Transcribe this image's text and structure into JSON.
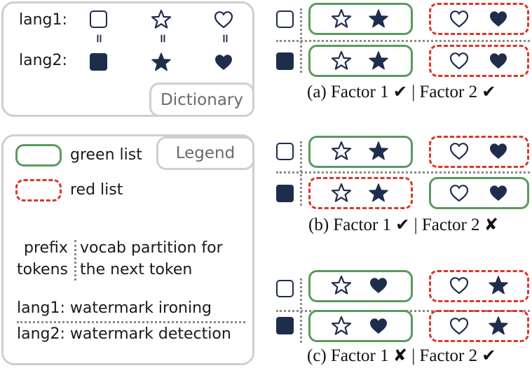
{
  "dictionary": {
    "lang1_label": "lang1:",
    "lang2_label": "lang2:",
    "equals": "=",
    "tag": "Dictionary"
  },
  "legend": {
    "tag": "Legend",
    "green_label": "green list",
    "red_label": "red list",
    "prefix_line1": "prefix",
    "prefix_line2": "tokens",
    "vocab_line1": "vocab partition for",
    "vocab_line2": "the next token",
    "lang1_desc": "lang1: watermark ironing",
    "lang2_desc": "lang2: watermark detection"
  },
  "panels": [
    {
      "caption_prefix": "(a) Factor 1",
      "mark1": "✔",
      "sep": " | Factor 2",
      "mark2": "✔",
      "row1": {
        "green": [
          "star-outline",
          "star-filled"
        ],
        "red": [
          "heart-outline",
          "heart-filled"
        ]
      },
      "row2": {
        "green": [
          "star-outline",
          "star-filled"
        ],
        "red": [
          "heart-outline",
          "heart-filled"
        ]
      }
    },
    {
      "caption_prefix": "(b) Factor 1",
      "mark1": "✔",
      "sep": " | Factor 2",
      "mark2": "✘",
      "row1": {
        "green": [
          "star-outline",
          "star-filled"
        ],
        "red": [
          "heart-outline",
          "heart-filled"
        ]
      },
      "row2": {
        "red": [
          "star-outline",
          "star-filled"
        ],
        "green": [
          "heart-outline",
          "heart-filled"
        ]
      }
    },
    {
      "caption_prefix": "(c) Factor 1",
      "mark1": "✘",
      "sep": " | Factor 2",
      "mark2": "✔",
      "row1": {
        "green": [
          "star-outline",
          "heart-filled"
        ],
        "red": [
          "heart-outline",
          "star-filled"
        ]
      },
      "row2": {
        "green": [
          "star-outline",
          "heart-filled"
        ],
        "red": [
          "heart-outline",
          "star-filled"
        ]
      }
    }
  ],
  "colors": {
    "navy": "#1f2d4d",
    "green": "#5a9a5e",
    "red": "#d9372a",
    "gray": "#cfcfcf"
  }
}
